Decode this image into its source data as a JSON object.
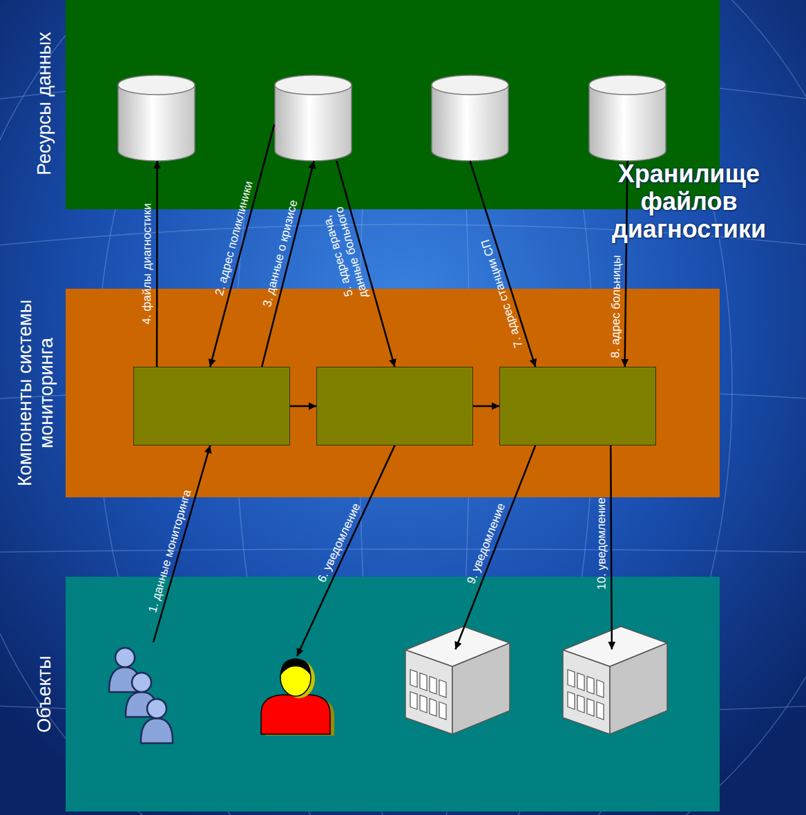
{
  "diagram": {
    "nodes": [
      {
        "text": [
          "Ресурсы данных"
        ]
      },
      {
        "text": [],
        "in": 0
      },
      {
        "text": [],
        "in": 0
      },
      {
        "text": [],
        "in": 0
      },
      {
        "text": [],
        "in": 0
      },
      {
        "text": [
          "Компоненты системы мониторинга"
        ]
      },
      {
        "text": [],
        "in": 5
      },
      {
        "text": [],
        "in": 5
      },
      {
        "text": [],
        "in": 5
      },
      {
        "text": [
          "Объекты"
        ]
      },
      {
        "text": [],
        "in": 9
      },
      {
        "text": [],
        "in": 9
      },
      {
        "text": [],
        "in": 9
      },
      {
        "text": [],
        "in": 9
      }
    ],
    "edges": [
      {
        "from": 10,
        "to": 6,
        "arrow": "to",
        "label": "1. данные мониторинга"
      },
      {
        "from": 2,
        "to": 6,
        "arrow": "to",
        "label": "2. адрес поликлиники"
      },
      {
        "from": 6,
        "to": 2,
        "arrow": "to",
        "label": "3. данные о кризисе"
      },
      {
        "from": 6,
        "to": 1,
        "arrow": "to",
        "label": "4. файлы диагностики"
      },
      {
        "from": 2,
        "to": 7,
        "arrow": "to",
        "label": "5. адрес врача, данные больного"
      },
      {
        "from": 7,
        "to": 11,
        "arrow": "to",
        "label": "6. уведомление"
      },
      {
        "from": 3,
        "to": 8,
        "arrow": "to",
        "label": "7. адрес станции СП"
      },
      {
        "from": 4,
        "to": 8,
        "arrow": "to",
        "label": "8. адрес больницы"
      },
      {
        "from": 8,
        "to": 12,
        "arrow": "to",
        "label": "9. уведомление"
      },
      {
        "from": 8,
        "to": 13,
        "arrow": "to",
        "label": "10. уведомление"
      },
      {
        "from": 6,
        "to": 7,
        "arrow": "to"
      },
      {
        "from": 7,
        "to": 8,
        "arrow": "to"
      }
    ],
    "labels": [
      "Хранилище файлов диагностики"
    ]
  }
}
